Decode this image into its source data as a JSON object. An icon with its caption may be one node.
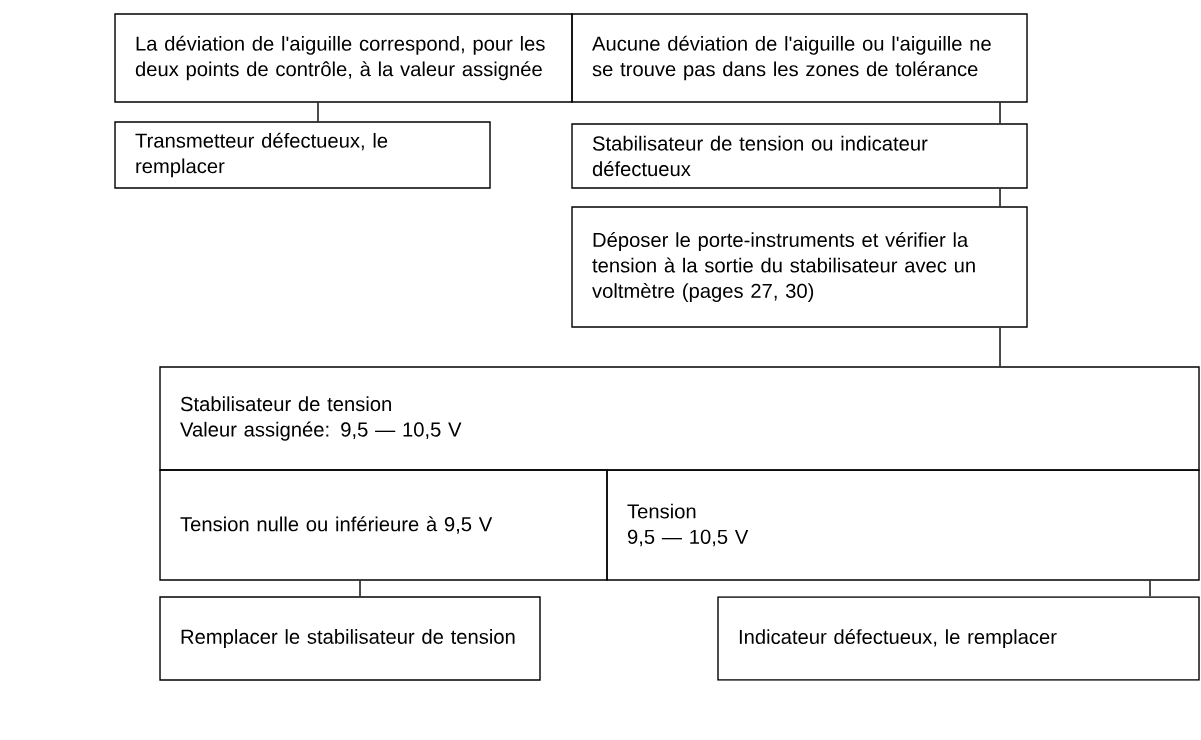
{
  "diagram": {
    "nodes": [
      {
        "text": [
          "La déviation de l'aiguille correspond, pour les deux points de contrôle, à la valeur assignée"
        ]
      },
      {
        "text": [
          "Aucune déviation de l'aiguille ou l'aiguille ne se trouve pas dans les zones de tolérance"
        ]
      },
      {
        "text": [
          "Transmetteur défectueux, le remplacer"
        ]
      },
      {
        "text": [
          "Stabilisateur de tension ou indicateur défectueux"
        ]
      },
      {
        "text": [
          "Déposer le porte-instruments et vérifier la tension à la sortie du stabilisateur avec un voltmètre (pages 27, 30)"
        ]
      },
      {
        "text": [
          "Stabilisateur de tension",
          "Valeur assignée: 9,5 — 10,5 V"
        ]
      },
      {
        "text": [
          "Tension nulle ou inférieure à 9,5 V"
        ]
      },
      {
        "text": [
          "Tension",
          "9,5 — 10,5 V"
        ]
      },
      {
        "text": [
          "Remplacer le stabilisateur de tension"
        ]
      },
      {
        "text": [
          "Indicateur défectueux, le remplacer"
        ]
      }
    ],
    "edges": [
      {
        "from": 0,
        "to": 2,
        "arrow": "none"
      },
      {
        "from": 1,
        "to": 3,
        "arrow": "none"
      },
      {
        "from": 3,
        "to": 4,
        "arrow": "none"
      },
      {
        "from": 4,
        "to": 5,
        "arrow": "none"
      },
      {
        "from": 6,
        "to": 8,
        "arrow": "none"
      },
      {
        "from": 7,
        "to": 9,
        "arrow": "none"
      }
    ]
  }
}
